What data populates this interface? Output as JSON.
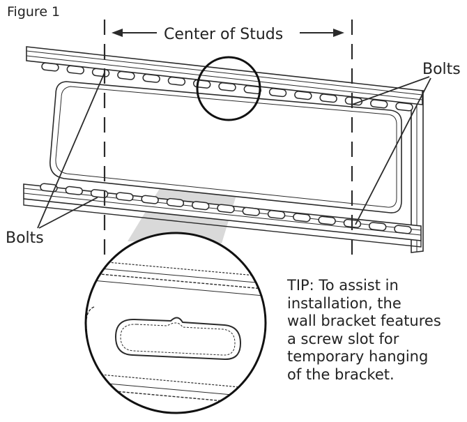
{
  "figure": {
    "label": "Figure 1",
    "center_label": "Center of Studs",
    "bolts_label_right": "Bolts",
    "bolts_label_left": "Bolts",
    "tip_lines": [
      "TIP: To assist in",
      "installation, the",
      "wall bracket features",
      "a screw slot for",
      "temporary hanging",
      "of the bracket."
    ]
  },
  "colors": {
    "line": "#2a2a2a",
    "callout": "#d9d9d9",
    "bracket_fill": "#ffffff"
  },
  "icons": [
    "wall-bracket",
    "magnifier-circle",
    "screw-slot"
  ]
}
